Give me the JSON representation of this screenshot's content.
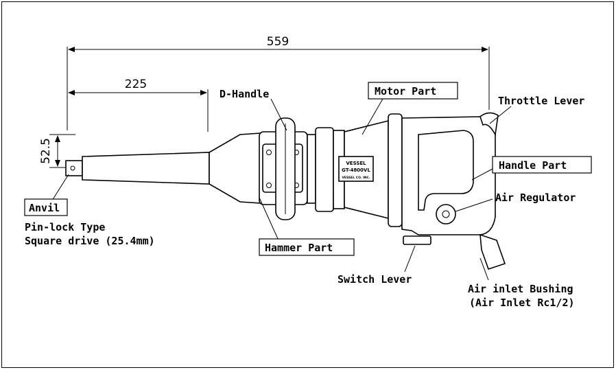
{
  "dimensions": {
    "overall_length": "559",
    "anvil_to_handle": "225",
    "offset": "52.5"
  },
  "labels": {
    "d_handle": "D-Handle",
    "motor_part": "Motor Part",
    "throttle_lever": "Throttle Lever",
    "handle_part": "Handle Part",
    "air_regulator": "Air Regulator",
    "anvil": "Anvil",
    "anvil_desc_1": "Pin-lock Type",
    "anvil_desc_2": "Square drive (25.4mm)",
    "hammer_part": "Hammer Part",
    "switch_lever": "Switch Lever",
    "air_inlet_1": "Air inlet Bushing",
    "air_inlet_2": "(Air Inlet Rc1/2)"
  },
  "nameplate": {
    "brand": "VESSEL",
    "model": "GT-4800VL",
    "maker": "VESSEL CO. INC."
  }
}
